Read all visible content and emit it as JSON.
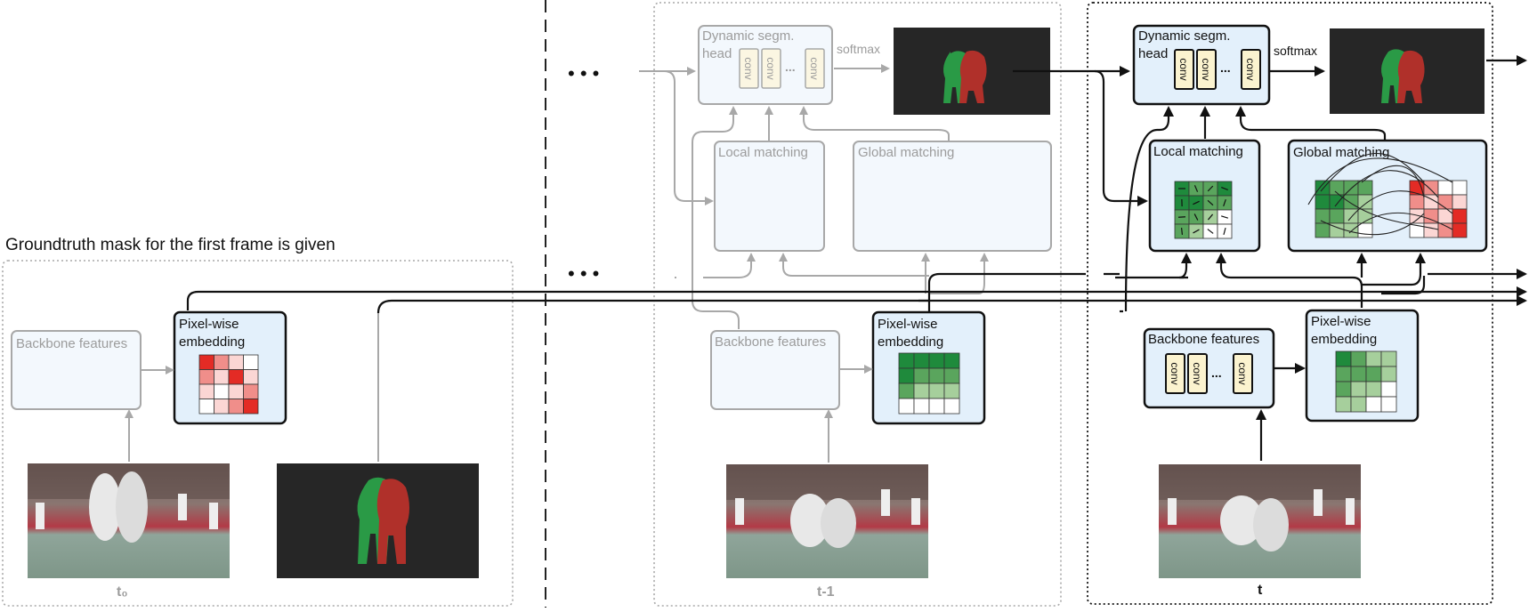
{
  "caption": "Groundtruth mask for the first frame is given",
  "ellipsis": "• • •",
  "frames": {
    "first": {
      "label": "t₀"
    },
    "prev": {
      "label": "t-1"
    },
    "curr": {
      "label": "t"
    }
  },
  "labels": {
    "backbone": "Backbone features",
    "pixel_line1": "Pixel-wise",
    "pixel_line2": "embedding",
    "local": "Local matching",
    "global": "Global matching",
    "head_line1": "Dynamic segm.",
    "head_line2": "head",
    "softmax": "softmax",
    "conv": "conv",
    "dots": "..."
  },
  "colors": {
    "inactive": "#a8a8a8",
    "active": "#111111",
    "red_cells": [
      "#e32b25",
      "#f08e8a",
      "#fbd6d4",
      "#ffffff"
    ],
    "green_cells": [
      "#1f8a3c",
      "#5aa55d",
      "#a6cf9c",
      "#ffffff"
    ]
  },
  "embeddings": {
    "first": [
      [
        0,
        1,
        2,
        3
      ],
      [
        1,
        2,
        0,
        2
      ],
      [
        2,
        3,
        2,
        1
      ],
      [
        3,
        2,
        1,
        0
      ]
    ],
    "prev": [
      [
        0,
        0,
        0,
        0
      ],
      [
        0,
        1,
        1,
        1
      ],
      [
        1,
        2,
        2,
        2
      ],
      [
        3,
        3,
        3,
        3
      ]
    ],
    "curr": [
      [
        0,
        1,
        2,
        2
      ],
      [
        1,
        1,
        1,
        2
      ],
      [
        1,
        2,
        2,
        3
      ],
      [
        2,
        2,
        3,
        3
      ]
    ],
    "local": [
      [
        0,
        1,
        1,
        0
      ],
      [
        0,
        0,
        1,
        1
      ],
      [
        1,
        1,
        2,
        3
      ],
      [
        1,
        2,
        3,
        3
      ]
    ],
    "global_left": [
      [
        0,
        1,
        1,
        1
      ],
      [
        0,
        0,
        1,
        2
      ],
      [
        1,
        1,
        2,
        2
      ],
      [
        1,
        2,
        2,
        3
      ]
    ],
    "global_right": [
      [
        0,
        1,
        3,
        3
      ],
      [
        1,
        2,
        1,
        2
      ],
      [
        2,
        1,
        2,
        0
      ],
      [
        3,
        2,
        1,
        0
      ]
    ]
  }
}
